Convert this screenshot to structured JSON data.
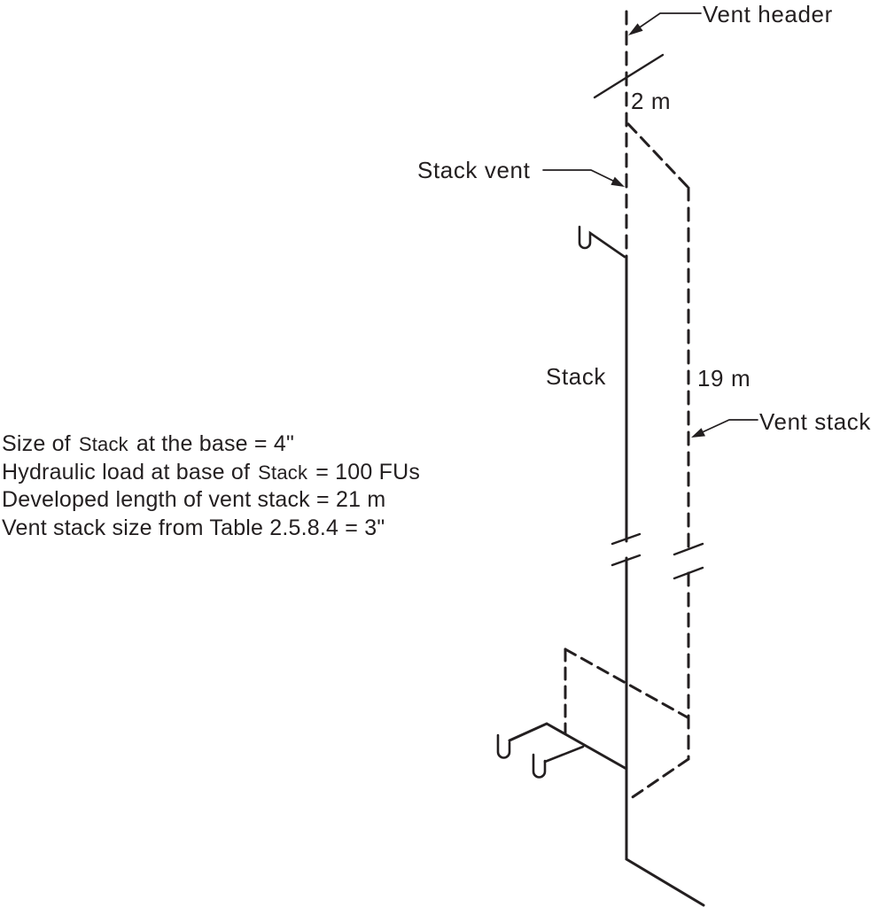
{
  "diagram": {
    "labels": {
      "vent_header": "Vent header",
      "stack_vent": "Stack vent",
      "stack": "Stack",
      "vent_stack": "Vent stack",
      "dim_upper": "2 m",
      "dim_lower": "19 m"
    },
    "notes": {
      "lines": [
        {
          "pre": "Size of",
          "var": "Stack",
          "post": "at the base = 4\""
        },
        {
          "pre": "Hydraulic load at base of",
          "var": "Stack",
          "post": "= 100 FUs"
        },
        {
          "pre": "Developed length of vent stack = 21 m",
          "var": "",
          "post": ""
        },
        {
          "pre": "Vent stack size from Table 2.5.8.4 = 3\"",
          "var": "",
          "post": ""
        }
      ]
    },
    "colors": {
      "line": "#231f20",
      "background": "#ffffff"
    }
  }
}
